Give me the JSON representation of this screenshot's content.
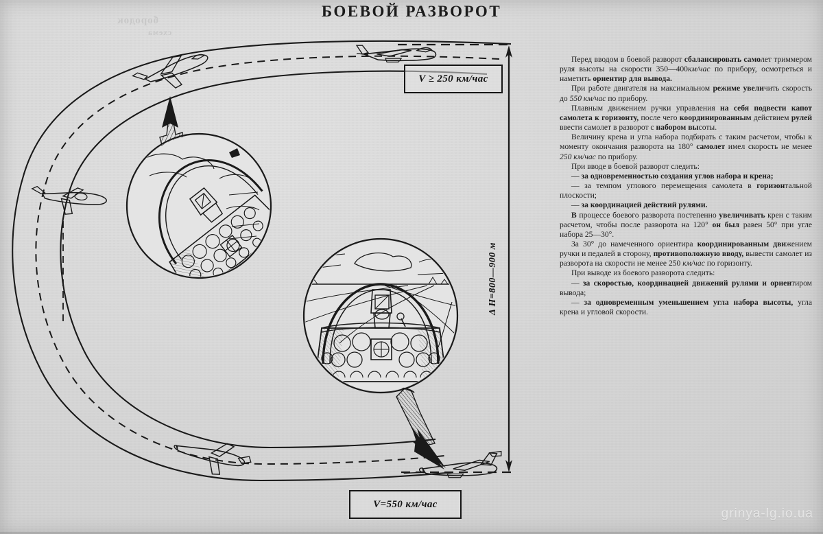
{
  "page": {
    "title": "БОЕВОЙ РАЗВОРОТ",
    "watermark": "grinya-lg.io.ua",
    "ghost_line_1": "бородок",
    "ghost_line_2": "схема"
  },
  "diagram": {
    "speed_top": {
      "label": "V ≥ 250 км/час",
      "name": "exit-speed-callout"
    },
    "speed_bottom": {
      "label": "V=550 км/час",
      "name": "entry-speed-callout"
    },
    "altitude": {
      "label": "Δ H=800—900 м",
      "name": "altitude-gain-dimension"
    },
    "views": [
      {
        "name": "cockpit-view-banked",
        "caption": ""
      },
      {
        "name": "cockpit-view-level",
        "caption": ""
      }
    ],
    "aircraft": [
      {
        "name": "aircraft-exit-level"
      },
      {
        "name": "aircraft-climbing-inverted-bank"
      },
      {
        "name": "aircraft-mid-turn-left"
      },
      {
        "name": "aircraft-lower-bank"
      },
      {
        "name": "aircraft-entry-level"
      }
    ],
    "ink_color": "#1a1a1a",
    "paper_color": "#d7d7d7"
  },
  "instructions": {
    "paragraphs": [
      {
        "id": "p1",
        "html": "Перед вводом в боевой разворот <b>сбалансировать само</b>лет триммером руля высоты на скорости 350—400<i>км/час</i> по прибору, осмотреться и наметить <b>ориентир для вывода.</b>"
      },
      {
        "id": "p2",
        "html": "При работе двигателя на максимальном <b>режиме увели</b>чить скорость до <i>550 км/час</i> по прибору."
      },
      {
        "id": "p3",
        "html": "Плавным движением ручки управления <b>на себя подвести капот самолета к горизонту,</b> после чего <b>координированным</b> действием <b>рулей</b> ввести самолет в разворот с <b>набором вы</b>соты."
      },
      {
        "id": "p4",
        "html": "Величину крена и угла набора подбирать с таким расчетом, чтобы к моменту окончания разворота на 180° <b>самолет</b> имел скорость не менее <i>250 км/час</i> по прибору."
      },
      {
        "id": "p5",
        "html": "При вводе в боевой разворот следить:"
      },
      {
        "id": "p6",
        "html": "— <b>за одновременностью создания углов набора и крена;</b>"
      },
      {
        "id": "p7",
        "html": "— за темпом углового перемещения самолета в <b>горизон</b>тальной плоскости;"
      },
      {
        "id": "p8",
        "html": "— <b>за координацией действий рулями.</b>"
      },
      {
        "id": "p9",
        "html": "<b>В</b> процессе боевого разворота постепенно <b>увеличивать</b> крен с таким расчетом, чтобы после разворота на 120° <b>он был</b> равен 50° при угле набора 25—30°."
      },
      {
        "id": "p10",
        "html": "За 30° до намеченного ориентира <b>координированным дви</b>жением ручки и педалей в сторону, <b>противоположную вводу,</b> вывести самолет из разворота на скорости не менее 250 <i>км/час</i> по горизонту."
      },
      {
        "id": "p11",
        "html": "При выводе из боевого разворота следить:"
      },
      {
        "id": "p12",
        "html": "— <b>за скоростью, координацией движений рулями и ориен</b>тиром вывода;"
      },
      {
        "id": "p13",
        "html": "— <b>за одновременным уменьшением угла набора высоты,</b> угла крена и угловой скорости."
      }
    ]
  }
}
